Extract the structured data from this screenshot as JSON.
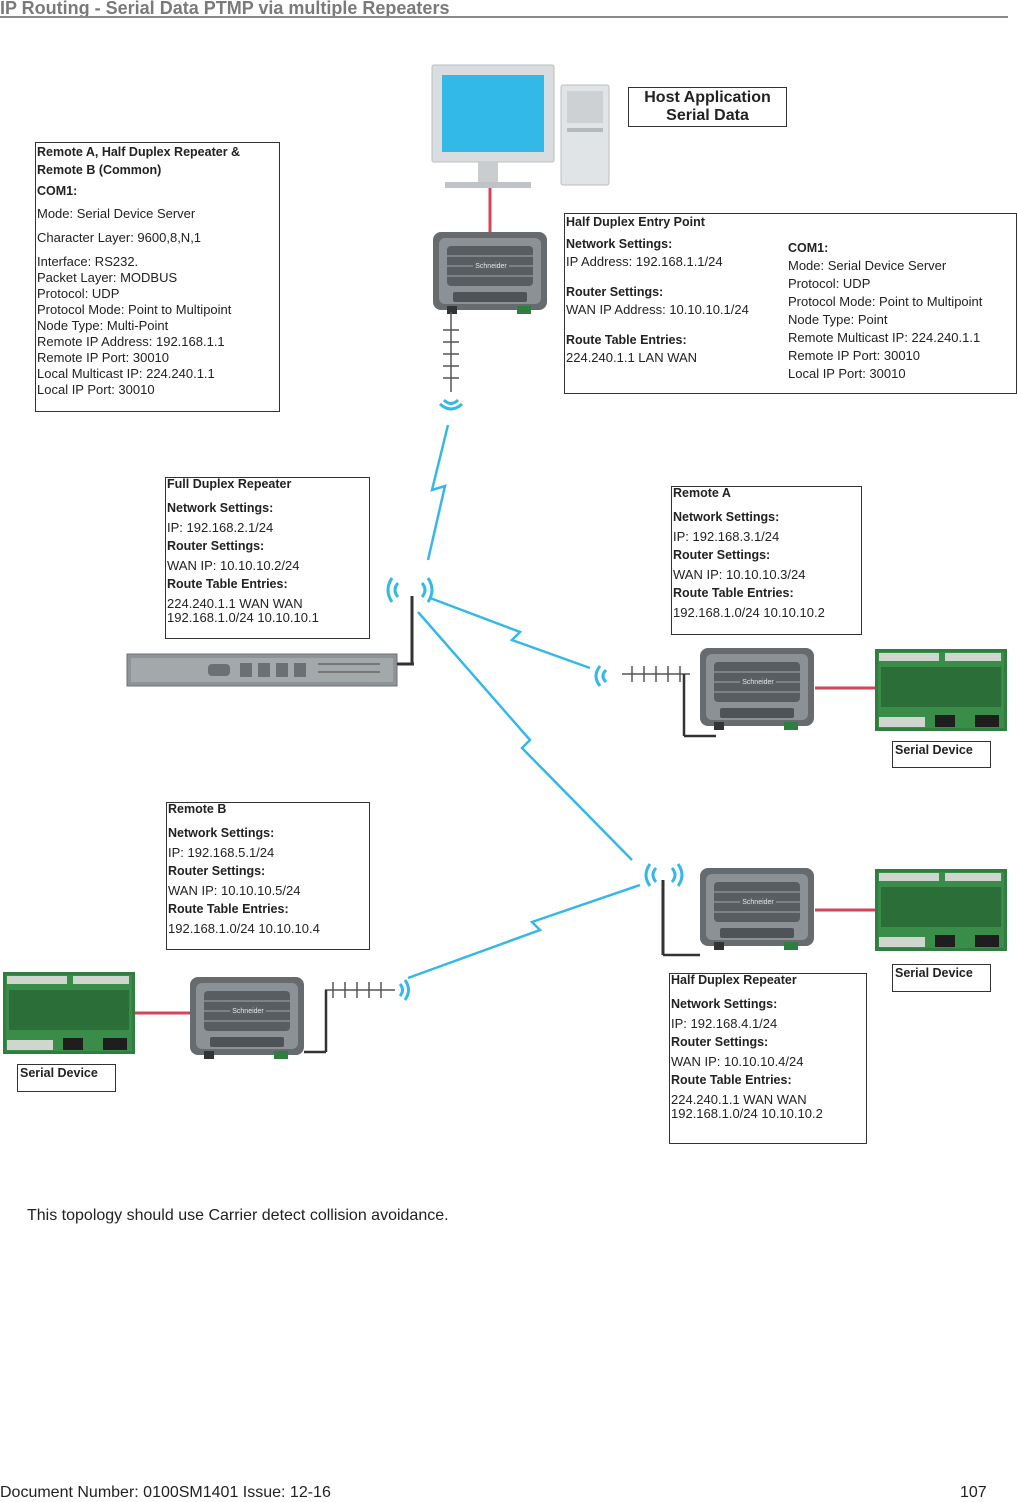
{
  "page": {
    "title": "IP Routing - Serial Data PTMP via multiple Repeaters",
    "note": "This topology should use Carrier detect collision avoidance.",
    "footer_left": "Document Number: 0100SM1401   Issue: 12-16",
    "footer_right": "107"
  },
  "host": {
    "line1": "Host Application",
    "line2": "Serial Data"
  },
  "common_box": {
    "title": "Remote A, Half Duplex Repeater & Remote B (Common)",
    "com": "COM1:",
    "lines": [
      "Mode: Serial Device Server",
      "Character Layer: 9600,8,N,1",
      "Interface: RS232.",
      "Packet Layer: MODBUS",
      "Protocol: UDP",
      "Protocol Mode: Point to Multipoint",
      "Node Type: Multi-Point",
      "Remote IP Address: 192.168.1.1",
      "Remote IP Port: 30010",
      "Local Multicast IP: 224.240.1.1",
      "Local IP Port: 30010"
    ]
  },
  "entry_box": {
    "title": "Half Duplex Entry Point",
    "net_h": "Network Settings:",
    "net": "IP Address: 192.168.1.1/24",
    "router_h": "Router Settings:",
    "router": "WAN IP Address: 10.10.10.1/24",
    "route_h": "Route Table Entries:",
    "route": "224.240.1.1 LAN WAN",
    "com": "COM1:",
    "com_lines": [
      "Mode: Serial Device Server",
      "Protocol: UDP",
      "Protocol Mode: Point to Multipoint",
      "Node Type: Point",
      "Remote Multicast IP: 224.240.1.1",
      "Remote IP Port: 30010",
      "Local IP Port: 30010"
    ]
  },
  "full_box": {
    "title": "Full Duplex Repeater",
    "net_h": "Network Settings:",
    "net": "IP: 192.168.2.1/24",
    "router_h": "Router Settings:",
    "router": "WAN IP: 10.10.10.2/24",
    "route_h": "Route Table Entries:",
    "routes": [
      "224.240.1.1 WAN WAN",
      "192.168.1.0/24 10.10.10.1"
    ]
  },
  "remote_a_box": {
    "title": "Remote A",
    "net_h": "Network Settings:",
    "net": "IP: 192.168.3.1/24",
    "router_h": "Router Settings:",
    "router": "WAN IP: 10.10.10.3/24",
    "route_h": "Route Table Entries:",
    "routes": [
      "192.168.1.0/24 10.10.10.2"
    ]
  },
  "remote_b_box": {
    "title": "Remote B",
    "net_h": "Network Settings:",
    "net": "IP: 192.168.5.1/24",
    "router_h": "Router Settings:",
    "router": "WAN IP: 10.10.10.5/24",
    "route_h": "Route Table Entries:",
    "routes": [
      "192.168.1.0/24 10.10.10.4"
    ]
  },
  "half_box": {
    "title": "Half Duplex Repeater",
    "net_h": "Network Settings:",
    "net": "IP: 192.168.4.1/24",
    "router_h": "Router Settings:",
    "router": "WAN IP: 10.10.10.4/24",
    "route_h": "Route Table Entries:",
    "routes": [
      "224.240.1.1 WAN WAN",
      "192.168.1.0/24 10.10.10.2"
    ]
  },
  "serial_device_label": "Serial Device",
  "colors": {
    "radio_link": "#35b8e6",
    "serial_cable": "#d6435a",
    "radio_body": "#6e7378",
    "board_green": "#2f7d3f"
  }
}
